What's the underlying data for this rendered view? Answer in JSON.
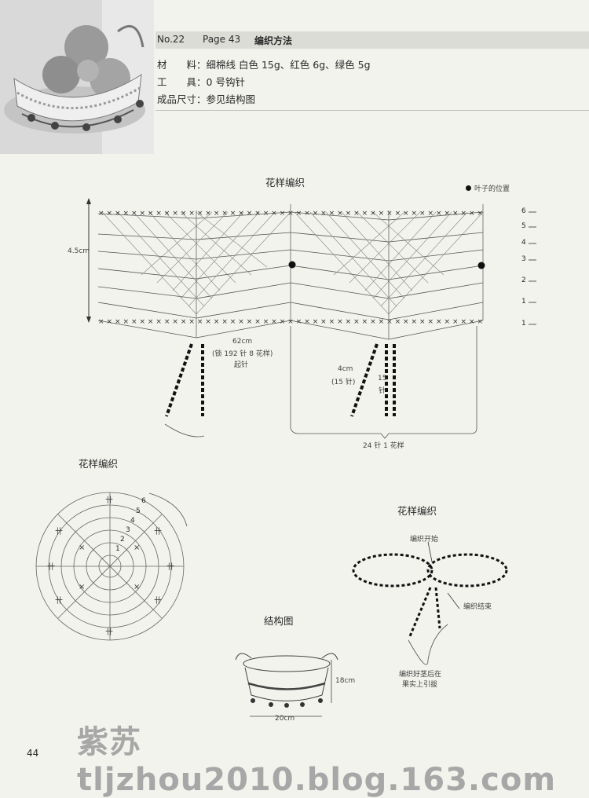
{
  "header": {
    "no": "No.22",
    "page": "Page 43",
    "title": "编织方法"
  },
  "materials": {
    "materials_label": "材　　料：",
    "materials_value": "细棉线  白色 15g、红色 6g、绿色 5g",
    "tools_label": "工　　具：",
    "tools_value": "0 号钩针",
    "size_label": "成品尺寸：",
    "size_value": "参见结构图"
  },
  "main_chart": {
    "title": "花样编织",
    "legend": "叶子的位置",
    "height_label": "4.5cm",
    "chain_label_1": "62cm",
    "chain_label_2": "(锁 192 针 8 花样)",
    "chain_label_3": "起针",
    "strap_label_1": "4cm",
    "strap_label_2": "(15 针)",
    "strap_label_3": "15",
    "strap_label_4": "针",
    "repeat_label": "24 针 1 花样",
    "rows": [
      "6",
      "5",
      "4",
      "3",
      "2",
      "1",
      "1"
    ]
  },
  "round_chart": {
    "title": "花样编织",
    "rounds": [
      "6",
      "5",
      "4",
      "3",
      "2",
      "1"
    ]
  },
  "leaf_chart": {
    "title": "花样编织",
    "start": "编织开始",
    "end": "编织结束",
    "note_1": "编织好茎后在",
    "note_2": "果实上引拔"
  },
  "structure": {
    "title": "结构图",
    "height": "18cm",
    "width": "20cm"
  },
  "page_number": "44",
  "watermark": "紫苏tljzhou2010.blog.163.com"
}
